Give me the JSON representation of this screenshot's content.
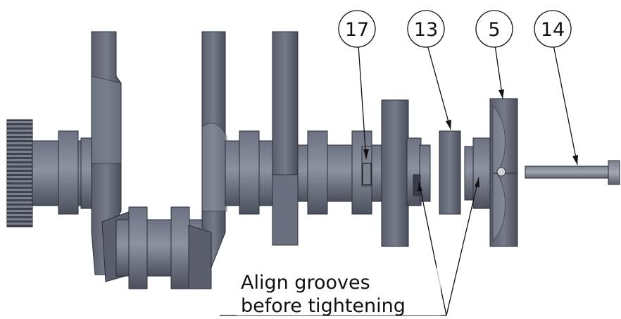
{
  "balloons": [
    {
      "id": "17",
      "label": "17"
    },
    {
      "id": "13",
      "label": "13"
    },
    {
      "id": "5",
      "label": "5"
    },
    {
      "id": "14",
      "label": "14"
    }
  ],
  "note": {
    "line1": "Align grooves",
    "line2": "before tightening"
  },
  "colors": {
    "metal_dark": "#4f5360",
    "metal_mid": "#6b7080",
    "metal_light": "#8a8f9c",
    "edge": "#2a2d36",
    "ink": "#111111"
  }
}
